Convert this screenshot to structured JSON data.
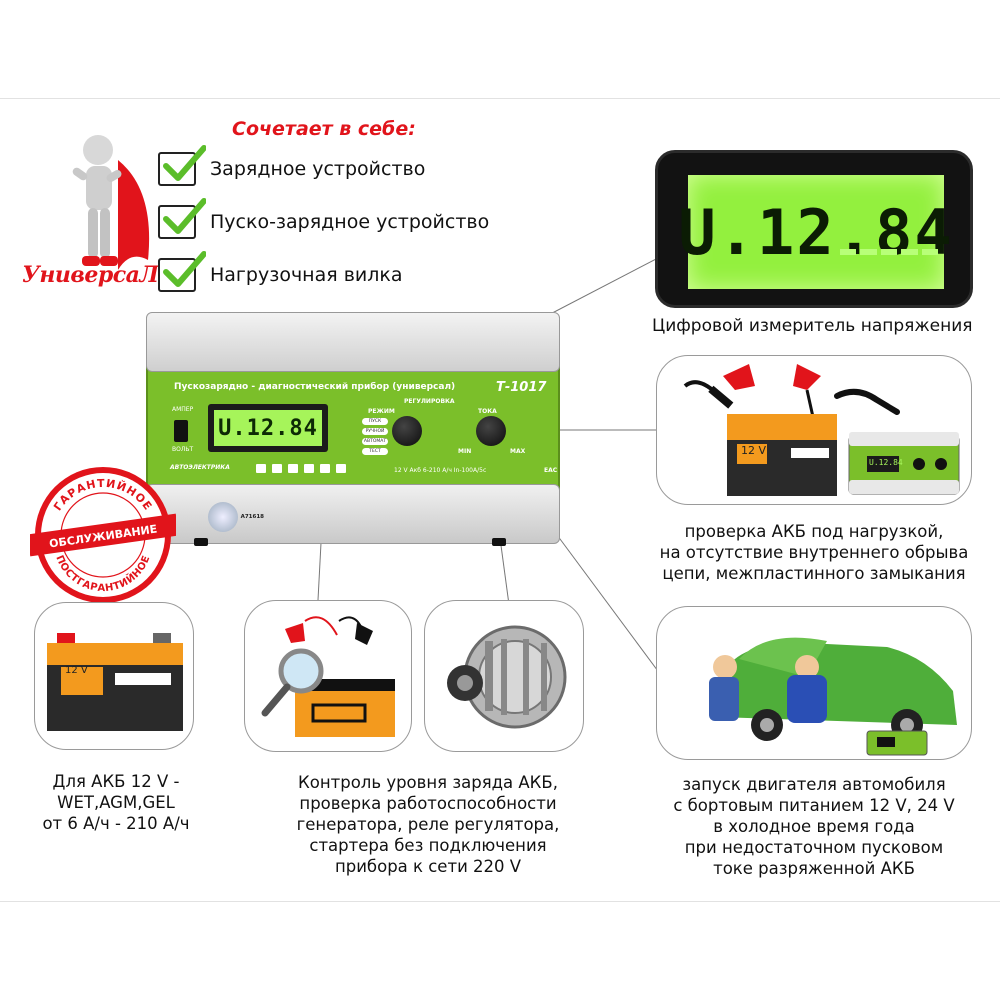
{
  "hero": {
    "badge": "УниверсаЛ"
  },
  "headline": "Сочетает в себе:",
  "features": [
    {
      "label": "Зарядное устройство"
    },
    {
      "label": "Пуско-зарядное устройство"
    },
    {
      "label": "Нагрузочная вилка"
    }
  ],
  "device": {
    "title": "Пускозарядно - диагностический прибор (универсал)",
    "model": "Т-1017",
    "display": "U.12.84",
    "switch_top": "АМПЕР",
    "switch_bottom": "ВОЛЬТ",
    "section_reg": "РЕГУЛИРОВКА",
    "section_mode": "РЕЖИМ",
    "section_current": "ТОКА",
    "modes": [
      "ПУСК",
      "РУЧНОЙ",
      "АВТОМАТ",
      "ТЕСТ"
    ],
    "min": "MIN",
    "max": "MAX",
    "brand": "АВТОЭЛЕКТРИКА",
    "spec": "12 V Акб 6-210 А/ч In-100А/5с",
    "mark": "ЕАС",
    "serial": "A71618"
  },
  "stamp": {
    "top_text": "ГАРАНТИЙНОЕ",
    "band": "ОБСЛУЖИВАНИЕ",
    "bottom_text": "ПОСТГАРАНТИЙНОЕ"
  },
  "lcd": {
    "digits": "U.12.84",
    "caption": "Цифровой измеритель напряжения"
  },
  "battery_load": {
    "battery_label": "12 V",
    "mini_display": "U.12.84",
    "caption": [
      "проверка АКБ под нагрузкой,",
      "на отсутствие внутреннего обрыва",
      "цепи, межпластинного замыкания"
    ]
  },
  "battery_types": {
    "battery_label": "12 V",
    "caption": [
      "Для АКБ 12 V -",
      "WET,AGM,GEL",
      "от 6 А/ч - 210 А/ч"
    ]
  },
  "diagnostics": {
    "caption": [
      "Контроль уровня заряда АКБ,",
      "проверка работоспособности",
      "генератора, реле регулятора,",
      "стартера без подключения",
      "прибора к сети 220 V"
    ]
  },
  "cold_start": {
    "caption": [
      "запуск двигателя автомобиля",
      "с бортовым питанием 12 V, 24 V",
      "в холодное время года",
      "при недостаточном пусковом",
      "токе разряженной АКБ"
    ]
  },
  "colors": {
    "accent_red": "#e1141b",
    "device_green": "#7bbf2a",
    "lcd_green": "#93f03e"
  },
  "icons": [
    "superhero-figure-icon",
    "check-icon",
    "battery-icon",
    "clamp-icon",
    "magnifier-icon",
    "alternator-icon",
    "car-icon"
  ]
}
